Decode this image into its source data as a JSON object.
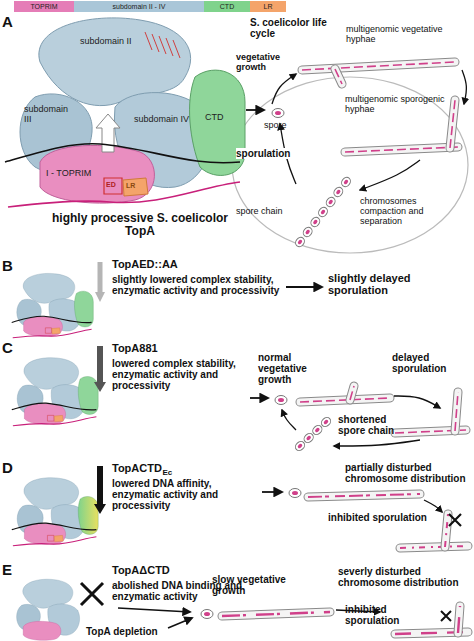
{
  "diagram": {
    "nodes": [
      {
        "text": [
          "subdomain II"
        ]
      },
      {
        "text": [
          "subdomain III"
        ]
      },
      {
        "text": [
          "subdomain IV"
        ]
      },
      {
        "text": [
          "CTD"
        ]
      },
      {
        "text": [
          "I - TOPRIM"
        ]
      }
    ],
    "labels": [
      "A",
      "ED",
      "LR",
      "highly processive S. coelicolor TopA",
      "S. coelicolor life cycle",
      "vegetative growth",
      "spore",
      "multigenomic vegetative hyphae",
      "multigenomic sporogenic hyphae",
      "sporulation",
      "spore chain",
      "chromosomes compaction and separation",
      "B",
      "TopAED::AA",
      "slightly lowered complex stability, enzymatic activity and processivity",
      "slightly delayed sporulation",
      "C",
      "TopA881",
      "lowered complex stability, enzymatic activity and processivity",
      "normal vegetative growth",
      "delayed sporulation",
      "shortened spore chain",
      "D",
      "TopACTD",
      "Ec",
      "lowered DNA affinity, enzymatic activity and processivity",
      "partially disturbed chromosome distribution",
      "inhibited sporulation",
      "E",
      "TopAΔCTD",
      "abolished DNA binding and enzymatic activity",
      "TopA depletion",
      "slow vegetative growth",
      "severly disturbed chromosome distribution",
      "inhibited sporulation"
    ],
    "legend": [
      {
        "text": "TOPRIM",
        "color": "#e57db7"
      },
      {
        "text": "subdomain II - IV",
        "color": "#a9c6d8"
      },
      {
        "text": "CTD",
        "color": "#7fd38c"
      },
      {
        "text": "LR",
        "color": "#f4a46a"
      }
    ]
  }
}
